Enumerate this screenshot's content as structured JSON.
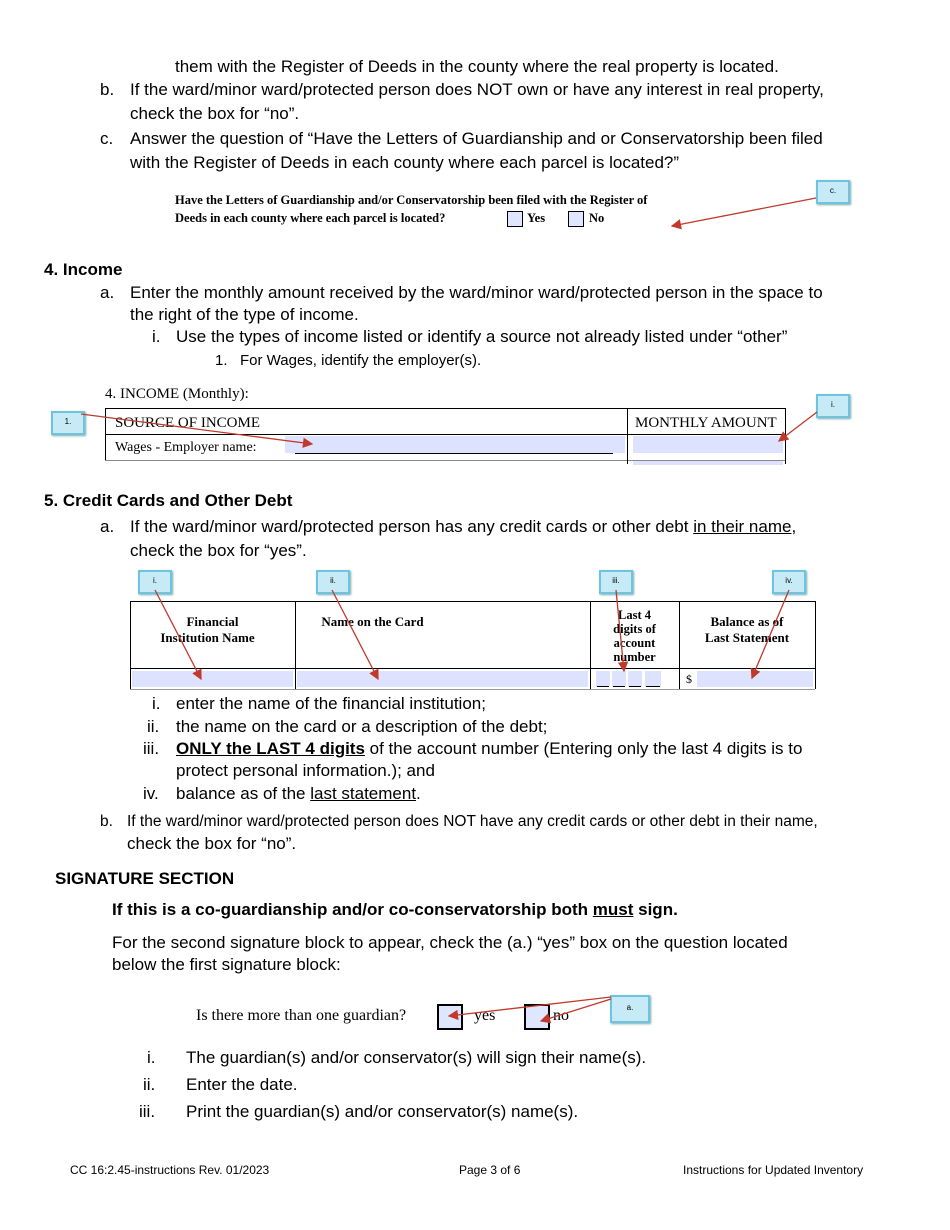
{
  "intro": {
    "cont": "them with the Register of Deeds in the county where the real property is located.",
    "b_num": "b.",
    "b_l1": "If the ward/minor ward/protected person does NOT own or have any interest in real property,",
    "b_l2": "check the box for “no”.",
    "c_num": "c.",
    "c_l1": "Answer the question of “Have the Letters of Guardianship and or Conservatorship been filed",
    "c_l2": "with the Register of Deeds in each county where each parcel is located?”"
  },
  "deeds_form": {
    "q1": "Have the Letters of Guardianship and/or Conservatorship been filed with the Register of",
    "q2": "Deeds in each county where each parcel is located?",
    "yes": "Yes",
    "no": "No",
    "callout": "c."
  },
  "income": {
    "heading": "4.  Income",
    "a_num": "a.",
    "a_l1": "Enter the monthly amount received by the ward/minor ward/protected person in the space to",
    "a_l2": "the right of the type of income.",
    "i_num": "i.",
    "i_text": "Use the types of income listed or identify a source not already listed under “other”",
    "one_num": "1.",
    "one_text": "For Wages, identify the employer(s).",
    "form": {
      "title": "4. INCOME (Monthly):",
      "col1": "SOURCE OF INCOME",
      "col2": "MONTHLY AMOUNT",
      "row1": "Wages - Employer name:",
      "callout_1": "1.",
      "callout_i": "i."
    }
  },
  "credit": {
    "heading": "5.  Credit Cards and Other Debt",
    "a_num": "a.",
    "a_pre": "If the ward/minor ward/protected person has any credit cards or other debt ",
    "a_ul": "in their name",
    "a_post": ",",
    "a_l2": "check the box for “yes”.",
    "table": {
      "h1a": "Financial",
      "h1b": "Institution Name",
      "h2": "Name on the Card",
      "h3a": "Last 4",
      "h3b": "digits of",
      "h3c": "account",
      "h3d": "number",
      "h4a": "Balance as of",
      "h4b": "Last Statement",
      "dollar": "$"
    },
    "callouts": [
      "i.",
      "ii.",
      "iii.",
      "iv."
    ],
    "items": {
      "i_num": "i.",
      "i_text": "enter the name of the financial institution;",
      "ii_num": "ii.",
      "ii_text": "the name on the card or a description of the debt;",
      "iii_num": "iii.",
      "iii_bold": "ONLY the LAST 4 digits",
      "iii_rest": " of the account number (Entering only the last 4 digits is to",
      "iii_l2": "protect personal information.); and",
      "iv_num": "iv.",
      "iv_pre": "balance as of the ",
      "iv_ul": "last statement",
      "iv_post": "."
    },
    "b_num": "b.",
    "b_l1": "If the ward/minor ward/protected person does NOT have any credit cards or other debt in their name,",
    "b_l2": "check the box for “no”."
  },
  "signature": {
    "heading": "SIGNATURE SECTION",
    "co_pre": "If this is a co-guardianship and/or co-conservatorship both ",
    "co_ul": "must",
    "co_post": " sign.",
    "second_l1": "For the second signature block to appear, check the (a.) “yes” box on the question located",
    "second_l2": "below the first signature block:",
    "q": "Is there more than one guardian?",
    "yes": "yes",
    "no": "no",
    "callout": "a.",
    "i_num": "i.",
    "i_text": "The guardian(s) and/or conservator(s) will sign their name(s).",
    "ii_num": "ii.",
    "ii_text": "Enter the date.",
    "iii_num": "iii.",
    "iii_text": "Print the guardian(s) and/or conservator(s) name(s)."
  },
  "footer": {
    "left": "CC 16:2.45-instructions Rev. 01/2023",
    "center": "Page 3 of 6",
    "right": "Instructions for Updated Inventory"
  },
  "colors": {
    "field_fill": "#dde3ff",
    "callout_fill": "#c6eaf6",
    "arrow": "#c0392b"
  }
}
